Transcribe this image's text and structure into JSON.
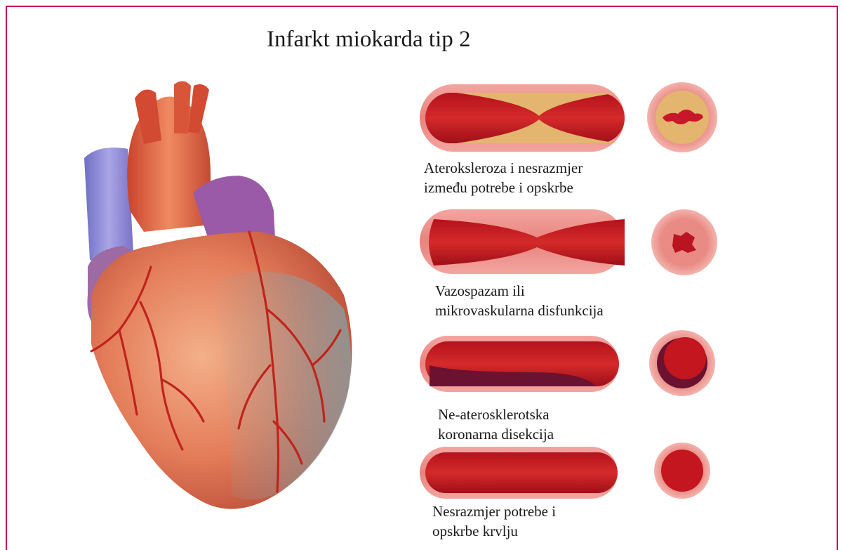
{
  "title": "Infarkt miokarda tip 2",
  "panels": [
    {
      "line1": "Ateroksleroza i nesrazmjer",
      "line2": "između potrebe i opskrbe"
    },
    {
      "line1": "Vazospazam ili",
      "line2": "mikrovaskularna disfunkcija"
    },
    {
      "line1": "Ne-aterosklerotska",
      "line2": "koronarna disekcija"
    },
    {
      "line1": "Nesrazmjer potrebe i",
      "line2": "opskrbe krvlju"
    }
  ]
}
